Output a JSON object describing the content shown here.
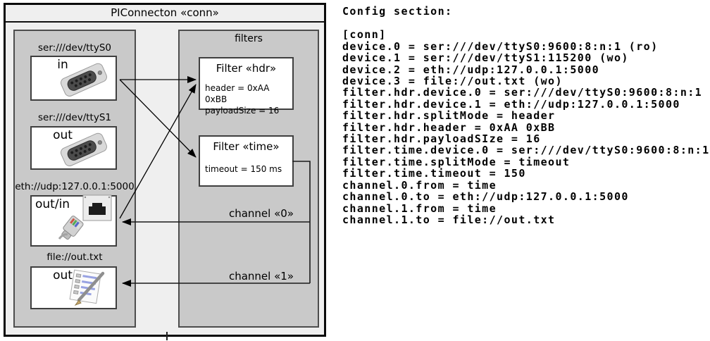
{
  "diagram": {
    "title": "PIConnecton «conn»",
    "devices": [
      {
        "label": "ser:///dev/ttyS0",
        "port": "in",
        "icon": "serial-connector-icon"
      },
      {
        "label": "ser:///dev/ttyS1",
        "port": "out",
        "icon": "serial-connector-icon"
      },
      {
        "label": "eth://udp:127.0.0.1:5000",
        "port": "out/in",
        "icon": "ethernet-icon"
      },
      {
        "label": "file://out.txt",
        "port": "out",
        "icon": "notepad-icon"
      }
    ],
    "filters_caption": "filters",
    "filters": [
      {
        "title": "Filter «hdr»",
        "attr1": "header = 0xAA 0xBB",
        "attr2": "payloadSize = 16"
      },
      {
        "title": "Filter «time»",
        "attr1": "timeout = 150 ms"
      }
    ],
    "channels": [
      {
        "label": "channel «0»"
      },
      {
        "label": "channel «1»"
      }
    ],
    "colors": {
      "outer_fill": "#efefef",
      "group_fill": "#c9c9c9",
      "box_fill": "#ffffff",
      "line": "#000000"
    }
  },
  "config": {
    "heading": "Config section:",
    "lines": [
      "[conn]",
      "device.0 = ser:///dev/ttyS0:9600:8:n:1 (ro)",
      "device.1 = ser:///dev/ttyS1:115200 (wo)",
      "device.2 = eth://udp:127.0.0.1:5000",
      "device.3 = file://out.txt (wo)",
      "filter.hdr.device.0 = ser:///dev/ttyS0:9600:8:n:1",
      "filter.hdr.device.1 = eth://udp:127.0.0.1:5000",
      "filter.hdr.splitMode = header",
      "filter.hdr.header = 0xAA 0xBB",
      "filter.hdr.payloadSIze = 16",
      "filter.time.device.0 = ser:///dev/ttyS0:9600:8:n:1",
      "filter.time.splitMode = timeout",
      "filter.time.timeout = 150",
      "channel.0.from = time",
      "channel.0.to = eth://udp:127.0.0.1:5000",
      "channel.1.from = time",
      "channel.1.to = file://out.txt"
    ]
  }
}
